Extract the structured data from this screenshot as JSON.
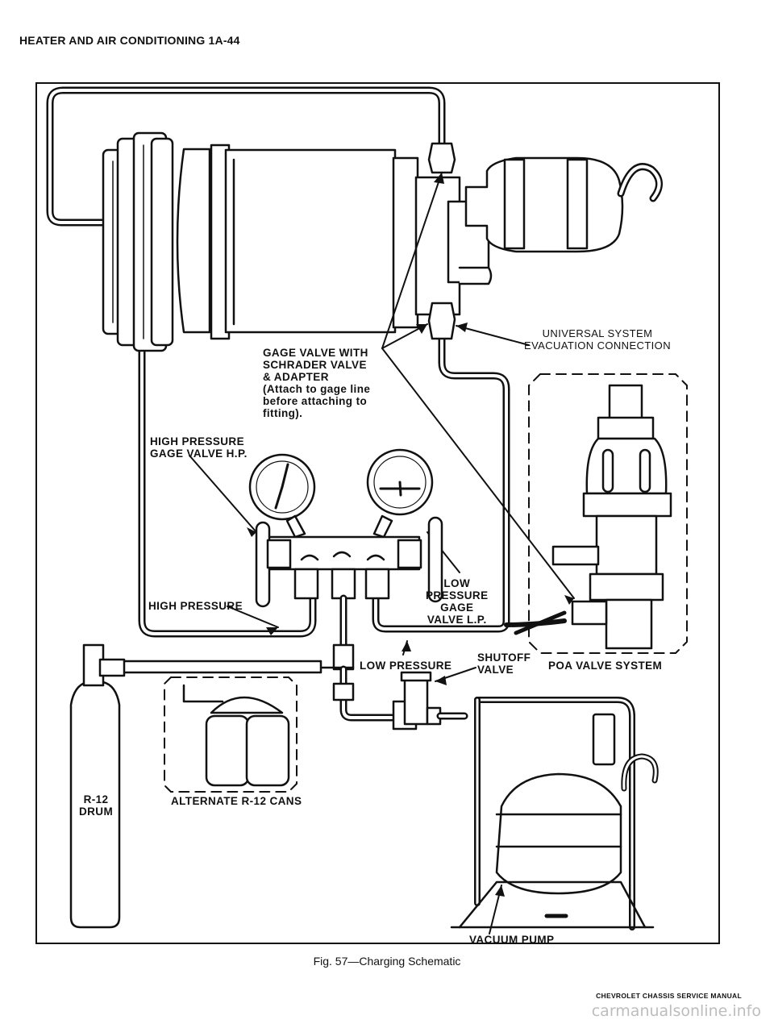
{
  "header": {
    "title": "HEATER AND AIR CONDITIONING 1A-44"
  },
  "labels": {
    "gage_valve_schrader": [
      "GAGE VALVE  WITH",
      "SCHRADER VALVE",
      "& ADAPTER",
      "(Attach to gage line",
      "before attaching to",
      "fitting)."
    ],
    "universal_evacuation": [
      "UNIVERSAL SYSTEM",
      "EVACUATION CONNECTION"
    ],
    "high_pressure_gage_valve": [
      "HIGH PRESSURE",
      "GAGE VALVE H.P."
    ],
    "high_pressure": "HIGH PRESSURE",
    "low_pressure_gage_valve": [
      "LOW",
      "PRESSURE",
      "GAGE",
      "VALVE L.P."
    ],
    "low_pressure": "LOW PRESSURE",
    "shutoff_valve": [
      "SHUTOFF",
      "VALVE"
    ],
    "poa_valve_system": "POA VALVE SYSTEM",
    "alternate_cans": "ALTERNATE R-12 CANS",
    "r12_drum": [
      "R-12",
      "DRUM"
    ],
    "vacuum_pump": "VACUUM PUMP"
  },
  "caption": "Fig. 57—Charging Schematic",
  "footer": "CHEVROLET CHASSIS SERVICE MANUAL",
  "watermark": "carmanualsonline.info"
}
